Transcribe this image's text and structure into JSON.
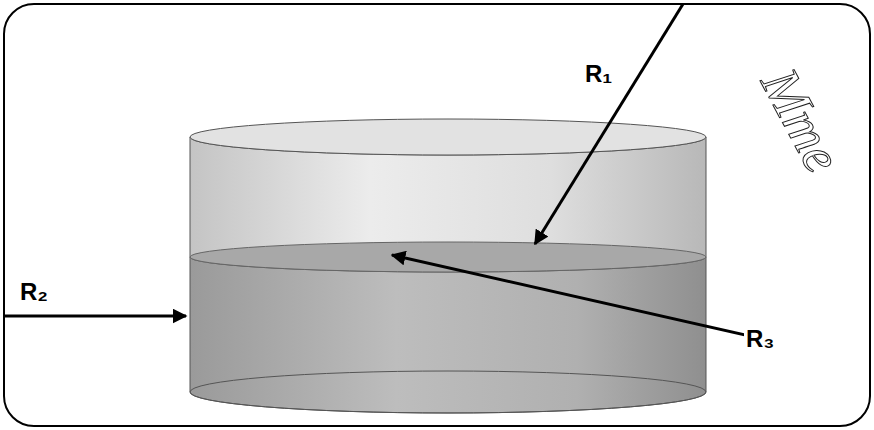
{
  "diagram": {
    "labels": [
      "R₁",
      "R₂",
      "R₃",
      "Mme"
    ]
  }
}
